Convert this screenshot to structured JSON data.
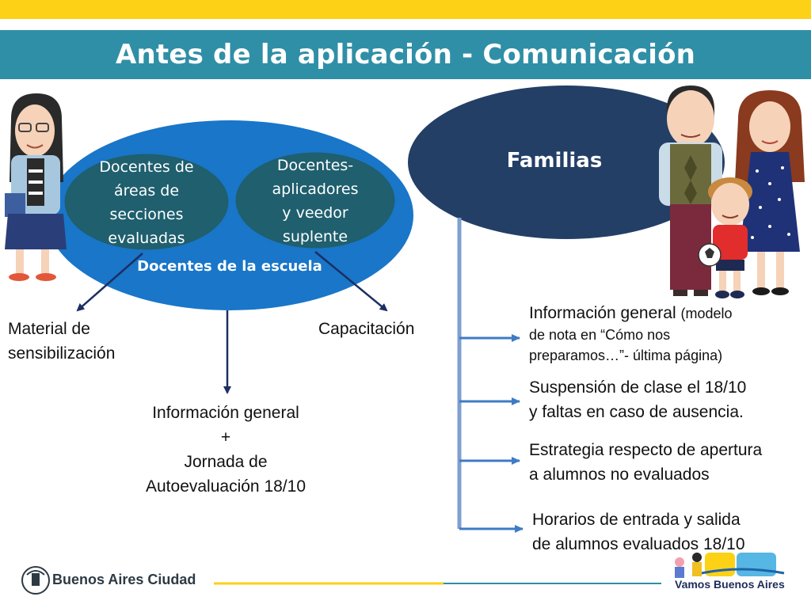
{
  "slide": {
    "title": "Antes de la aplicación - Comunicación"
  },
  "school": {
    "bubble_left_lines": [
      "Docentes de",
      "áreas de",
      "secciones",
      "evaluadas"
    ],
    "bubble_right_lines": [
      "Docentes-",
      "aplicadores",
      "y veedor",
      "suplente"
    ],
    "label": "Docentes de la escuela",
    "outputs": {
      "left_lines": [
        "Material de",
        "sensibilización"
      ],
      "right": "Capacitación",
      "center_lines": [
        "Información general",
        "+",
        "Jornada de",
        "Autoevaluación 18/10"
      ]
    }
  },
  "families": {
    "label": "Familias",
    "item1_title": "Información general",
    "item1_note_a": "(modelo",
    "item1_note_b": "de nota en “Cómo nos",
    "item1_note_c": "preparamos…”- última página)",
    "item2_lines": [
      "Suspensión de clase el 18/10",
      "y faltas en caso de ausencia."
    ],
    "item3_lines": [
      "Estrategia respecto de apertura",
      "a alumnos no evaluados"
    ],
    "item4_lines": [
      "Horarios de entrada y salida",
      "de alumnos evaluados 18/10"
    ]
  },
  "footer": {
    "left_brand": "Buenos Aires Ciudad",
    "right_brand": "Vamos Buenos Aires"
  },
  "colors": {
    "yellow": "#fcd116",
    "title_teal": "#2f8fa6",
    "school_blue": "#1976c8",
    "bubble_teal": "#1f5f6e",
    "families_navy": "#233f66",
    "arrow_navy": "#1b2f63",
    "arrow_blue": "#3e7bc4"
  }
}
